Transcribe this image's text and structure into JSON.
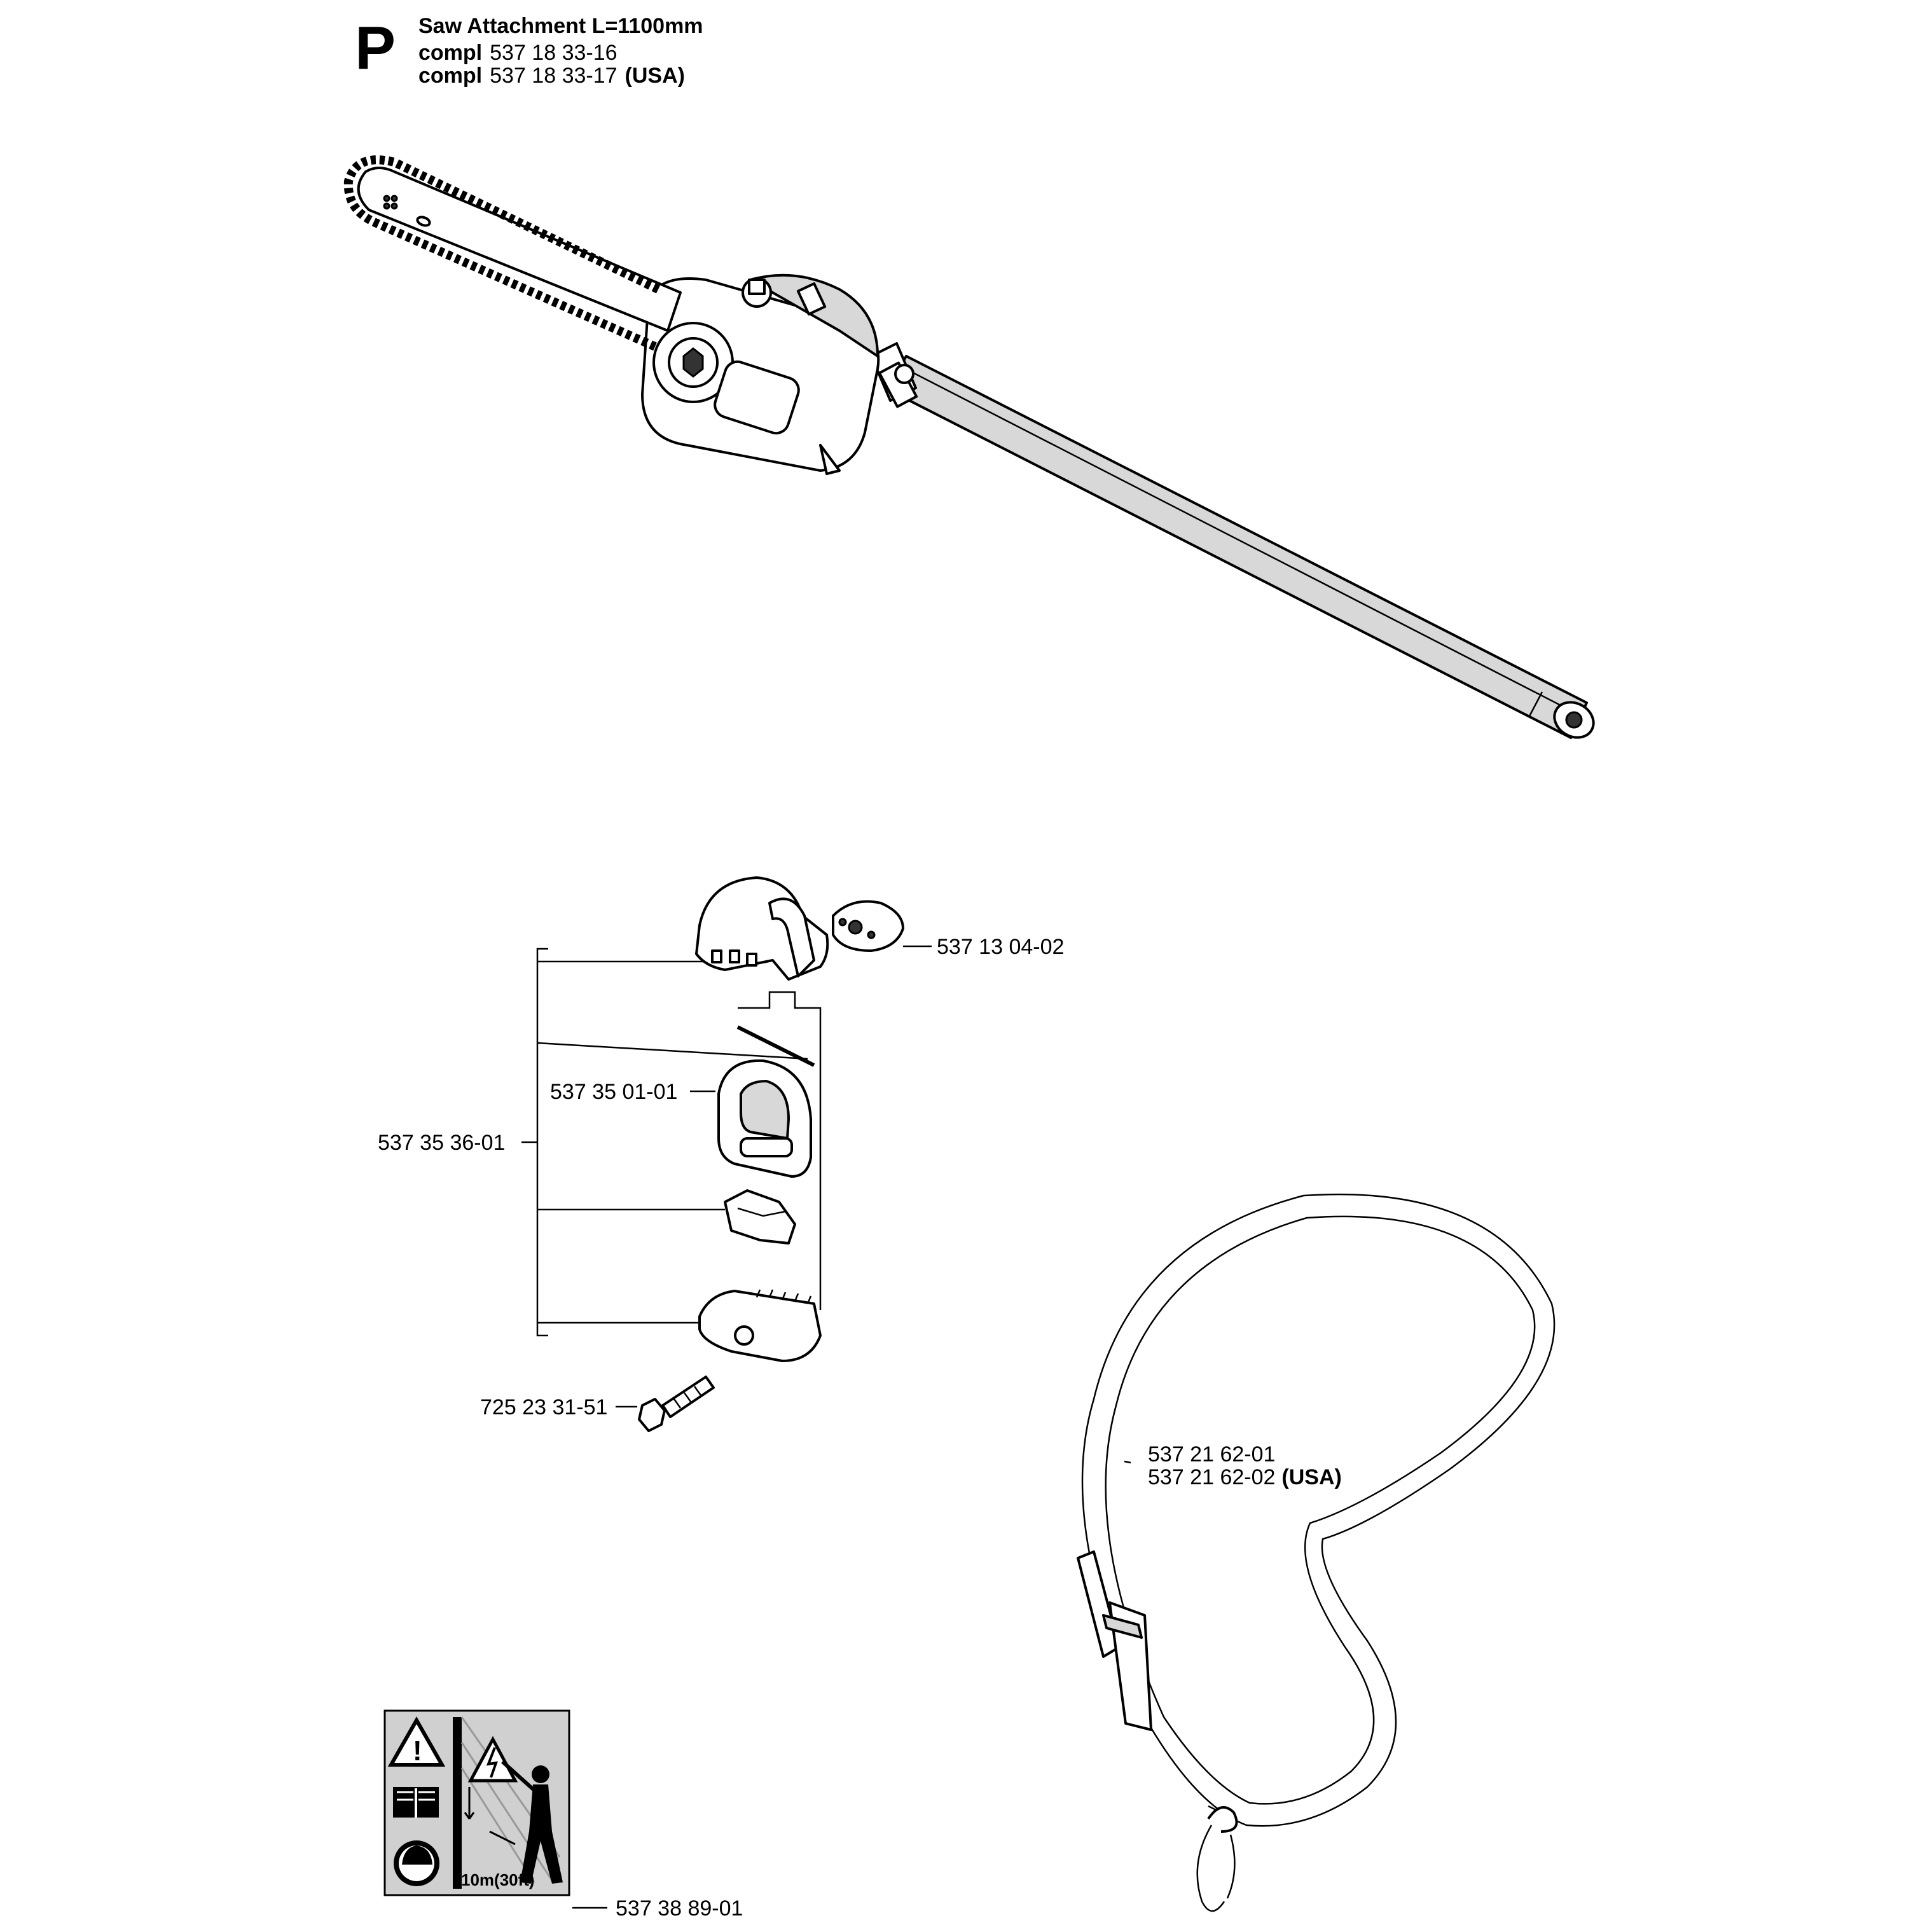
{
  "header": {
    "section_letter": "P",
    "title": "Saw Attachment L=1100mm",
    "compl_word": "compl",
    "compl_part_1": "537 18 33-16",
    "compl_part_2": "537 18 33-17",
    "usa_tag": "(USA)"
  },
  "labels": {
    "cover_nut": "537 13 04-02",
    "handle_kit": "537 35 36-01",
    "handle_loop": "537 35 01-01",
    "screw": "725 23 31-51",
    "strap_1": "537 21 62-01",
    "strap_2": "537 21 62-02",
    "strap_usa_tag": "(USA)",
    "decal": "537 38 89-01",
    "decal_distance_text": "10m(30ft)"
  }
}
